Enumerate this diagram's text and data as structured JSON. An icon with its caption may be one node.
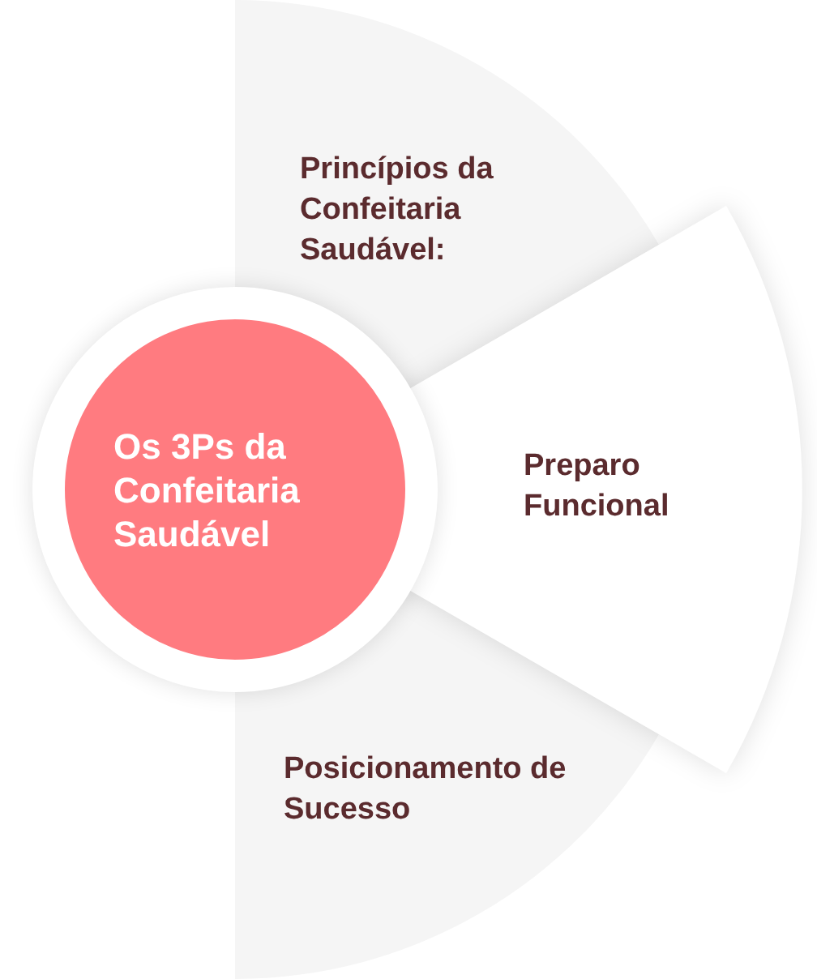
{
  "diagram": {
    "nodes": [
      {
        "text": [
          "Os 3Ps da Confeitaria Saudável"
        ]
      },
      {
        "text": [
          "Princípios da Confeitaria Saudável:"
        ]
      },
      {
        "text": [
          "Preparo Funcional"
        ]
      },
      {
        "text": [
          "Posicionamento de Sucesso"
        ]
      }
    ]
  }
}
